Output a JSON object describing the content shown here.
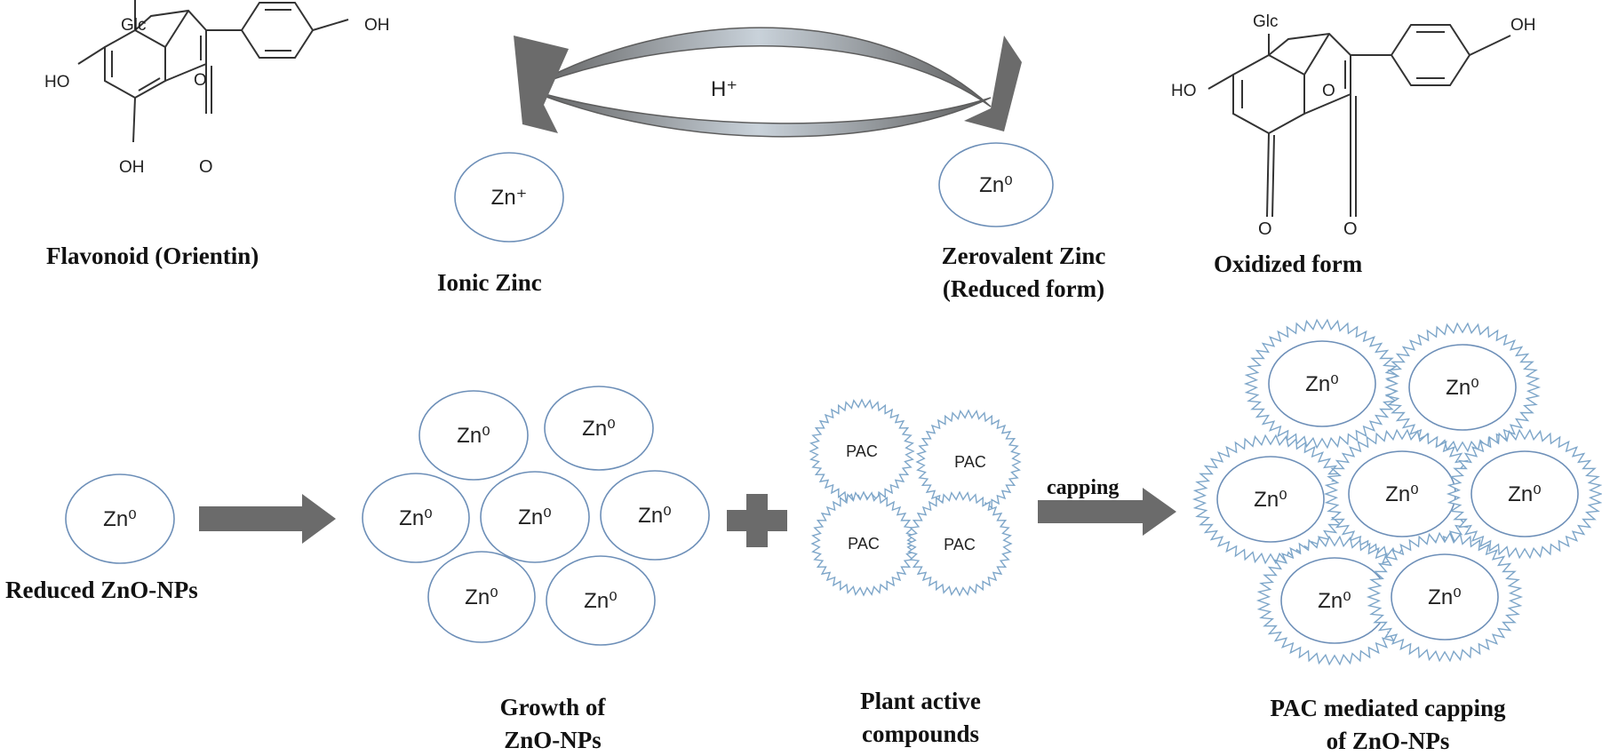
{
  "reaction": {
    "reactant_label": "Flavonoid (Orientin)",
    "ionic_label": "Ionic Zinc",
    "reduced_label_line1": "Zerovalent Zinc",
    "reduced_label_line2": "(Reduced form)",
    "oxidized_label": "Oxidized form",
    "proton": "H⁺",
    "zn_ion": "Zn⁺",
    "zn_zero": "Zn⁰"
  },
  "molecule": {
    "glc": "Glc",
    "oh": "OH",
    "ho": "HO",
    "o": "O"
  },
  "process": {
    "reduced_np_label": "Reduced ZnO-NPs",
    "growth_label_line1": "Growth of",
    "growth_label_line2": "ZnO-NPs",
    "pac_label_line1": "Plant active",
    "pac_label_line2": "compounds",
    "capping_word": "capping",
    "capped_label_line1": "PAC mediated capping",
    "capped_label_line2": "of ZnO-NPs",
    "pac": "PAC",
    "zn_zero": "Zn⁰"
  },
  "colors": {
    "arrow": "#6b6b6b",
    "oval_stroke": "#6d8fb8",
    "spiky_stroke": "#7ea6c9"
  }
}
